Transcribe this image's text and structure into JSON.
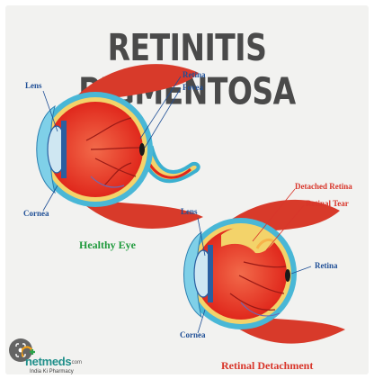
{
  "title": "RETINITIS PIGMENTOSA",
  "healthy_eye": {
    "caption": "Healthy Eye",
    "labels": {
      "lens": "Lens",
      "cornea": "Cornea",
      "retina": "Retina",
      "fovea": "Fovea"
    }
  },
  "detached_eye": {
    "caption": "Retinal Detachment",
    "labels": {
      "lens": "Lens",
      "cornea": "Cornea",
      "retina": "Retina",
      "detached_retina": "Detached Retina",
      "retinal_tear": "Retinal Tear"
    }
  },
  "brand": {
    "name": "netmeds",
    "dotcom": ".com",
    "tagline": "India Ki Pharmacy"
  },
  "colors": {
    "title": "#4a4a4a",
    "label_blue": "#1f4f96",
    "label_red": "#d8352a",
    "caption_green": "#1f9a3c",
    "sclera": "#ee5a2a",
    "retina": "#f3d36a",
    "cornea": "#49b7d6",
    "muscle": "#d83a2a",
    "brand": "#1f8f8a"
  },
  "icons": [
    "google-lens-icon",
    "netmeds-logo-icon"
  ]
}
